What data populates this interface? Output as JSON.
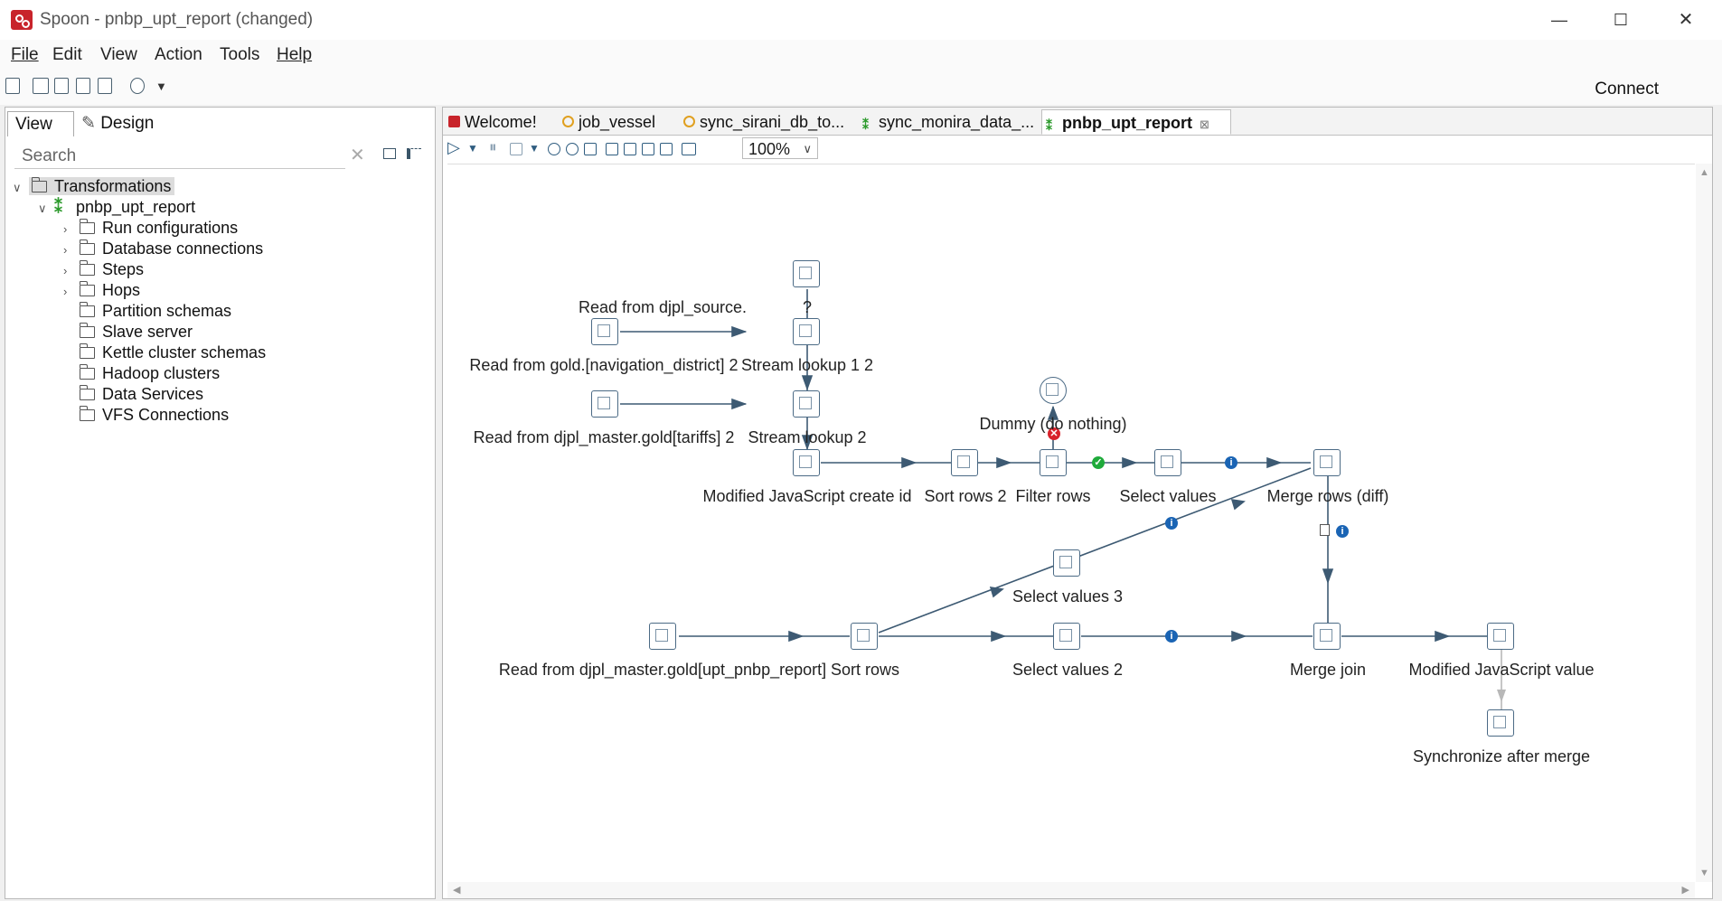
{
  "window": {
    "title": "Spoon - pnbp_upt_report (changed)",
    "minimize": "—",
    "maximize": "☐",
    "close": "✕"
  },
  "menu": [
    "File",
    "Edit",
    "View",
    "Action",
    "Tools",
    "Help"
  ],
  "toolbar": {
    "connect_label": "Connect"
  },
  "left_panel": {
    "tabs": [
      "View",
      "Design"
    ],
    "search_placeholder": "Search",
    "tree": {
      "root": "Transformations",
      "transformation": "pnbp_upt_report",
      "children": [
        "Run configurations",
        "Database connections",
        "Steps",
        "Hops",
        "Partition schemas",
        "Slave server",
        "Kettle cluster schemas",
        "Hadoop clusters",
        "Data Services",
        "VFS Connections"
      ]
    }
  },
  "editor_tabs": [
    {
      "label": "Welcome!"
    },
    {
      "label": "job_vessel"
    },
    {
      "label": "sync_sirani_db_to..."
    },
    {
      "label": "sync_monira_data_..."
    },
    {
      "label": "pnbp_upt_report",
      "active": true
    }
  ],
  "zoom": "100%",
  "steps": [
    {
      "id": "read-source",
      "label": "Read from djpl_source."
    },
    {
      "id": "unknown",
      "label": "?"
    },
    {
      "id": "read-nav",
      "label": "Read from gold.[navigation_district] 2"
    },
    {
      "id": "stream-lookup-1-2",
      "label": "Stream lookup 1 2"
    },
    {
      "id": "read-tariffs",
      "label": "Read from djpl_master.gold[tariffs] 2"
    },
    {
      "id": "stream-lookup-2",
      "label": "Stream lookup 2"
    },
    {
      "id": "dummy",
      "label": "Dummy (do nothing)"
    },
    {
      "id": "js-create-id",
      "label": "Modified JavaScript create id"
    },
    {
      "id": "sort-rows-2",
      "label": "Sort rows 2"
    },
    {
      "id": "filter-rows",
      "label": "Filter rows"
    },
    {
      "id": "select-values",
      "label": "Select values"
    },
    {
      "id": "merge-rows-diff",
      "label": "Merge rows (diff)"
    },
    {
      "id": "select-values-3",
      "label": "Select values 3"
    },
    {
      "id": "read-upt",
      "label": "Read from djpl_master.gold[upt_pnbp_report]"
    },
    {
      "id": "sort-rows",
      "label": "Sort rows"
    },
    {
      "id": "select-values-2",
      "label": "Select values 2"
    },
    {
      "id": "merge-join",
      "label": "Merge join"
    },
    {
      "id": "js-value",
      "label": "Modified JavaScript value"
    },
    {
      "id": "sync-after-merge",
      "label": "Synchronize after merge"
    }
  ],
  "colors": {
    "accent": "#c8242b",
    "hop": "#3d5a73",
    "ok": "#1faa3b",
    "error": "#d8222a",
    "info": "#1a64b4"
  }
}
